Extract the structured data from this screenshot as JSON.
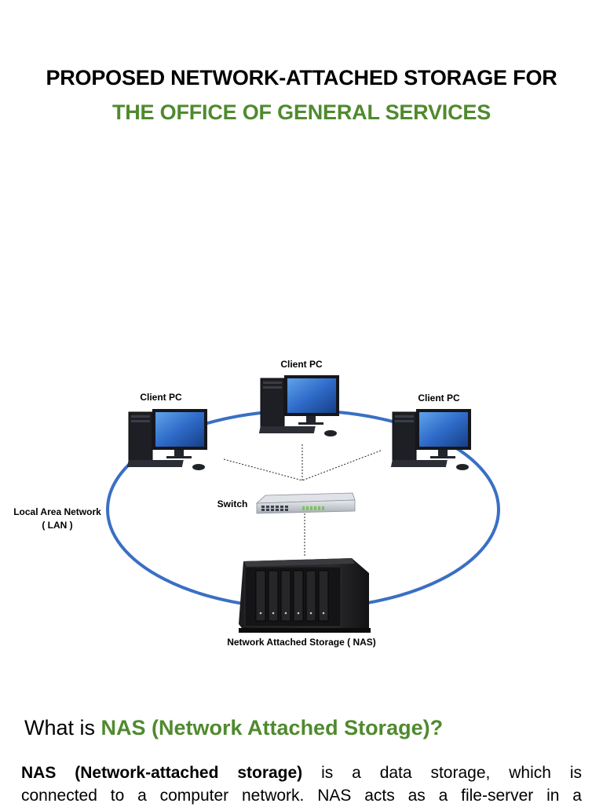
{
  "title": {
    "line1": "PROPOSED NETWORK-ATTACHED STORAGE FOR",
    "line2": "THE OFFICE OF GENERAL SERVICES"
  },
  "diagram": {
    "client_pc_top_label": "Client PC",
    "client_pc_left_label": "Client PC",
    "client_pc_right_label": "Client PC",
    "switch_label": "Switch",
    "lan_label_line1": "Local Area Network",
    "lan_label_line2": "( LAN )",
    "nas_label": "Network Attached Storage ( NAS)",
    "colors": {
      "ring": "#3a6fc4",
      "monitor_screen": "#2f6bc9",
      "accent_green": "#4f8a2e"
    }
  },
  "section": {
    "heading_prefix": "What is ",
    "heading_highlight": "NAS (Network Attached Storage)?",
    "paragraph_bold": "NAS (Network-attached storage)",
    "paragraph_line1_rest": " is a data storage, which is",
    "paragraph_line2": "connected to a computer network. NAS acts as a file-server in a"
  }
}
